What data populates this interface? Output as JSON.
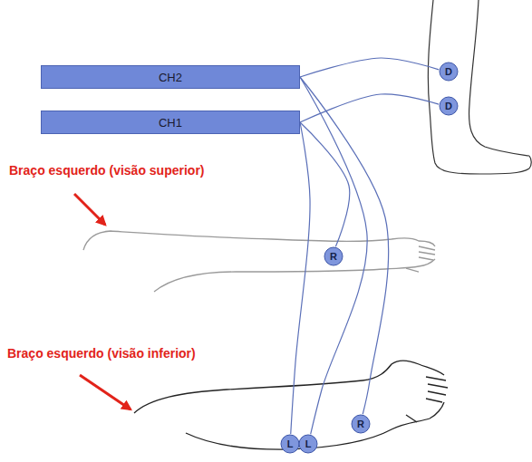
{
  "diagram": {
    "nodes": [
      {
        "text": [
          "CH2"
        ]
      },
      {
        "text": [
          "CH1"
        ]
      },
      {
        "text": [
          "D"
        ]
      },
      {
        "text": [
          "D"
        ]
      },
      {
        "text": [
          "R"
        ]
      },
      {
        "text": [
          "L"
        ]
      },
      {
        "text": [
          "L"
        ]
      },
      {
        "text": [
          "R"
        ]
      }
    ],
    "edges": [
      {
        "from": 0,
        "to": 2,
        "arrow": "none"
      },
      {
        "from": 1,
        "to": 3,
        "arrow": "none"
      },
      {
        "from": 1,
        "to": 4,
        "arrow": "none"
      },
      {
        "from": 1,
        "to": 5,
        "arrow": "none"
      },
      {
        "from": 0,
        "to": 6,
        "arrow": "none"
      },
      {
        "from": 0,
        "to": 7,
        "arrow": "none"
      }
    ],
    "labels": [
      "Braço esquerdo (visão superior)",
      "Braço esquerdo (visão inferior)"
    ]
  }
}
